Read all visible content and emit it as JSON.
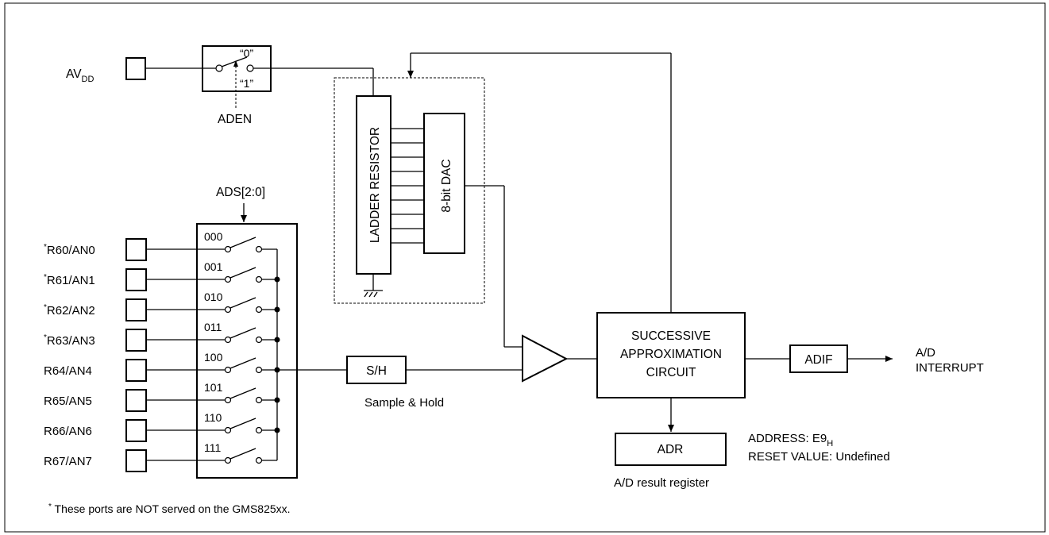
{
  "supply": {
    "label": "AV",
    "subscript": "DD"
  },
  "switch": {
    "state0": "“0”",
    "state1": "“1”",
    "control": "ADEN"
  },
  "ladder": {
    "label": "LADDER RESISTOR"
  },
  "dac": {
    "label": "8-bit DAC"
  },
  "mux": {
    "select": "ADS[2:0]",
    "channels": [
      {
        "pin": "R60/AN0",
        "marked": true,
        "code": "000"
      },
      {
        "pin": "R61/AN1",
        "marked": true,
        "code": "001"
      },
      {
        "pin": "R62/AN2",
        "marked": true,
        "code": "010"
      },
      {
        "pin": "R63/AN3",
        "marked": true,
        "code": "011"
      },
      {
        "pin": "R64/AN4",
        "marked": false,
        "code": "100"
      },
      {
        "pin": "R65/AN5",
        "marked": false,
        "code": "101"
      },
      {
        "pin": "R66/AN6",
        "marked": false,
        "code": "110"
      },
      {
        "pin": "R67/AN7",
        "marked": false,
        "code": "111"
      }
    ]
  },
  "sh": {
    "label": "S/H",
    "caption": "Sample & Hold"
  },
  "sac": {
    "lines": [
      "SUCCESSIVE",
      "APPROXIMATION",
      "CIRCUIT"
    ]
  },
  "adif": {
    "label": "ADIF",
    "output_lines": [
      "A/D",
      "INTERRUPT"
    ]
  },
  "adr": {
    "label": "ADR",
    "caption": "A/D result register",
    "address_label": "ADDRESS: E9",
    "address_sub": "H",
    "reset_label": "RESET VALUE: Undefined"
  },
  "footnote": {
    "mark": "*",
    "text": " These ports are NOT served on the GMS825xx."
  }
}
